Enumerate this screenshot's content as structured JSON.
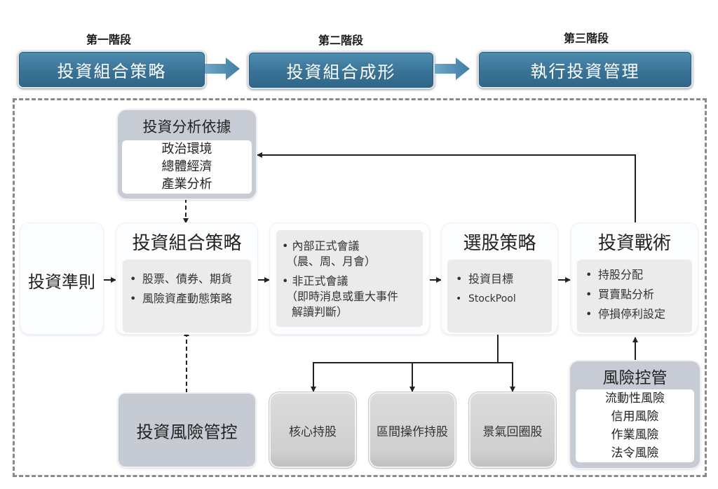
{
  "stages": [
    {
      "label": "第一階段",
      "title": "投資組合策略"
    },
    {
      "label": "第二階段",
      "title": "投資組合成形"
    },
    {
      "label": "第三階段",
      "title": "執行投資管理"
    }
  ],
  "analysis_basis": {
    "title": "投資分析依據",
    "items": [
      "政治環境",
      "總體經濟",
      "產業分析"
    ]
  },
  "investment_principles": {
    "title": "投資準則"
  },
  "portfolio_strategy": {
    "title": "投資組合策略",
    "items": [
      "股票、債券、期貨",
      "風險資產動態策略"
    ]
  },
  "meetings": {
    "items": [
      {
        "line1": "內部正式會議",
        "line2": "（晨、周、月會）"
      },
      {
        "line1": "非正式會議",
        "line2": "（即時消息或重大事件",
        "line3": "解讀判斷）"
      }
    ]
  },
  "stock_selection": {
    "title": "選股策略",
    "items": [
      "投資目標",
      "StockPool"
    ]
  },
  "tactics": {
    "title": "投資戰術",
    "items": [
      "持股分配",
      "買賣點分析",
      "停損停利設定"
    ]
  },
  "risk_management_box": {
    "title": "投資風險管控"
  },
  "holdings": [
    "核心持股",
    "區間操作持股",
    "景氣回圈股"
  ],
  "risk_control": {
    "title": "風險控管",
    "items": [
      "流動性風險",
      "信用風險",
      "作業風險",
      "法令風險"
    ]
  },
  "colors": {
    "stage_blue": "#3a7396",
    "arrow_blue": "#4a8ab0",
    "frame_gray": "#8a8a8a"
  }
}
